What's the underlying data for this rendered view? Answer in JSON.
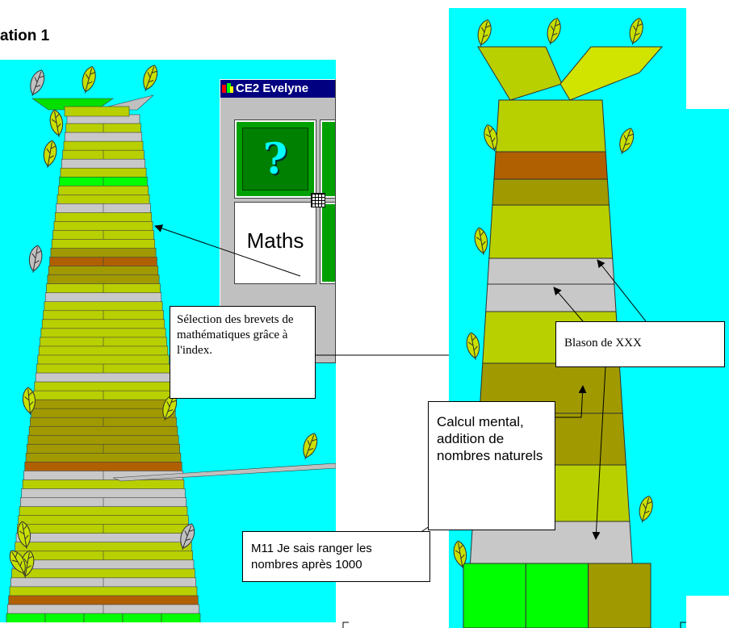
{
  "heading": "ation 1",
  "app_window": {
    "title": "CE2 Evelyne",
    "help_glyph": "?",
    "maths_label": "Maths"
  },
  "callouts": {
    "selection": "Sélection des brevets de mathématiques grâce à l'index.",
    "blason": "Blason de XXX",
    "calcul": "Calcul mental, addition de nombres naturels",
    "m11": "M11 Je sais ranger les nombres après 1000"
  },
  "colors": {
    "background": "#00ffff",
    "light_green": "#b8d000",
    "olive": "#a09a00",
    "brown": "#b06000",
    "gray": "#c8c8c8",
    "bright_green": "#00ff00",
    "titlebar": "#000080",
    "button_green": "#008000"
  },
  "icons": [
    "leaf-icon",
    "app-icon",
    "grid-icon"
  ]
}
